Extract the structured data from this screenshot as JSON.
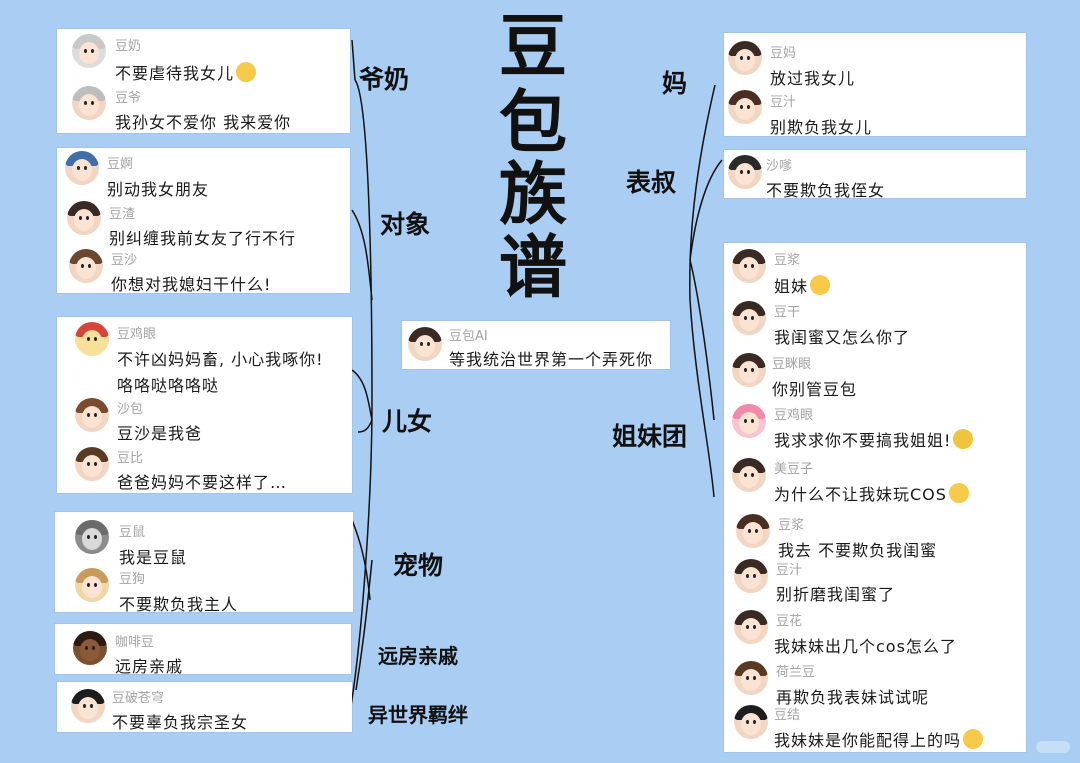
{
  "title": [
    "豆",
    "包",
    "族",
    "谱"
  ],
  "branches": {
    "grandparents": "爷奶",
    "partners": "对象",
    "children": "儿女",
    "pets": "宠物",
    "distant": "远房亲戚",
    "otherworld": "异世界羁绊",
    "mom": "妈",
    "uncle": "表叔",
    "sisters": "姐妹团"
  },
  "center": {
    "name": "豆包AI",
    "text": "等我统治世界第一个弄死你"
  },
  "grandparents": [
    {
      "name": "豆奶",
      "text": "不要虐待我女儿",
      "emoji": true
    },
    {
      "name": "豆爷",
      "text": "我孙女不爱你 我来爱你"
    }
  ],
  "partners": [
    {
      "name": "豆婀",
      "text": "别动我女朋友"
    },
    {
      "name": "豆渣",
      "text": "别纠缠我前女友了行不行"
    },
    {
      "name": "豆沙",
      "text": "你想对我媳妇干什么!"
    }
  ],
  "children": [
    {
      "name": "豆鸡眼",
      "text": "不许凶妈妈畜, 小心我啄你!",
      "text2": "咯咯哒咯咯哒"
    },
    {
      "name": "沙包",
      "text": "豆沙是我爸"
    },
    {
      "name": "豆比",
      "text": "爸爸妈妈不要这样了…"
    }
  ],
  "pets": [
    {
      "name": "豆鼠",
      "text": "我是豆鼠"
    },
    {
      "name": "豆狗",
      "text": "不要欺负我主人"
    }
  ],
  "distant": [
    {
      "name": "咖啡豆",
      "text": "远房亲戚"
    }
  ],
  "otherworld": [
    {
      "name": "豆破苍穹",
      "text": "不要辜负我宗圣女"
    }
  ],
  "mom": [
    {
      "name": "豆妈",
      "text": "放过我女儿"
    },
    {
      "name": "豆汁",
      "text": "别欺负我女儿"
    }
  ],
  "uncle": [
    {
      "name": "沙嗲",
      "text": "不要欺负我侄女"
    }
  ],
  "sisters": [
    {
      "name": "豆浆",
      "text": "姐妹",
      "emoji": true
    },
    {
      "name": "豆干",
      "text": "我闺蜜又怎么你了"
    },
    {
      "name": "豆眯眼",
      "text": "你别管豆包"
    },
    {
      "name": "豆鸡眼",
      "text": "我求求你不要搞我姐姐!",
      "emoji": true
    },
    {
      "name": "美豆子",
      "text": "为什么不让我妹玩COS",
      "emoji": true
    },
    {
      "name": "豆浆",
      "text": "我去 不要欺负我闺蜜"
    },
    {
      "name": "豆汁",
      "text": "别折磨我闺蜜了"
    },
    {
      "name": "豆花",
      "text": "我妹妹出几个cos怎么了"
    },
    {
      "name": "荷兰豆",
      "text": "再欺负我表妹试试呢"
    },
    {
      "name": "豆结",
      "text": "我妹妹是你能配得上的吗",
      "emoji": true
    }
  ],
  "colors": {
    "background": "#a9cdf3",
    "card": "#ffffff",
    "name": "#a3a3a3",
    "text": "#1a1a1a"
  }
}
